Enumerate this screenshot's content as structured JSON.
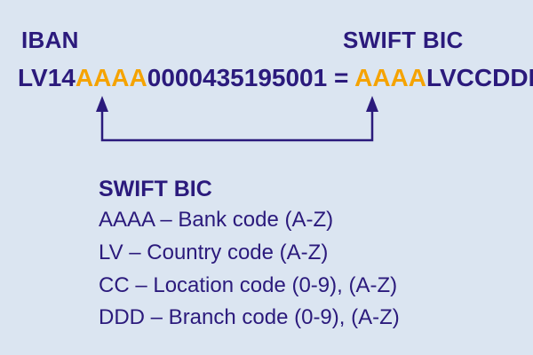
{
  "colors": {
    "background": "#dbe5f1",
    "text": "#2b1a7c",
    "highlight": "#f5a300"
  },
  "iban": {
    "heading": "IBAN",
    "prefix": "LV14",
    "bank_code": "AAAA",
    "account": "0000435195001"
  },
  "equals": "=",
  "bic": {
    "heading": "SWIFT BIC",
    "bank_code": "AAAA",
    "rest": "LVCCDDD"
  },
  "legend": {
    "title": "SWIFT BIC",
    "items": [
      "AAAA – Bank code (A-Z)",
      "LV – Country code (A-Z)",
      "CC – Location code (0-9), (A-Z)",
      "DDD – Branch code (0-9), (A-Z)"
    ]
  }
}
